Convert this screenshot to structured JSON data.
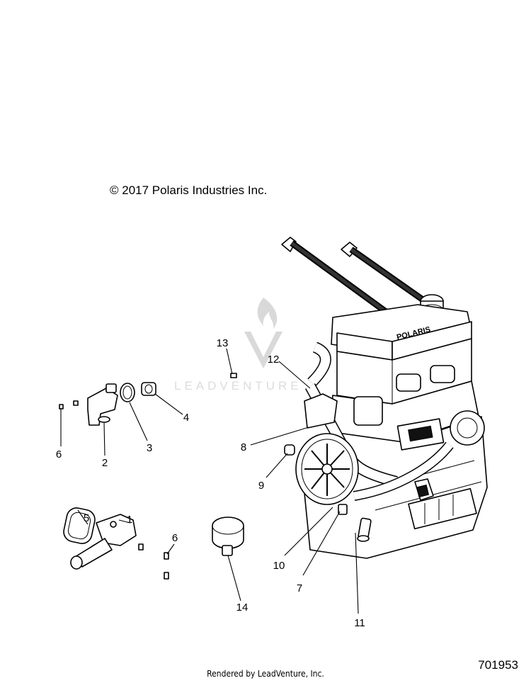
{
  "copyright": "© 2017  Polaris Industries Inc.",
  "diagram_number": "701953",
  "rendered_by": "Rendered by LeadVenture, Inc.",
  "watermark_text": "LEADVENTURE",
  "callouts": [
    {
      "id": "1",
      "label": "1"
    },
    {
      "id": "2",
      "label": "2"
    },
    {
      "id": "3",
      "label": "3"
    },
    {
      "id": "4",
      "label": "4"
    },
    {
      "id": "5",
      "label": "5"
    },
    {
      "id": "6a",
      "label": "6"
    },
    {
      "id": "6b",
      "label": "6"
    },
    {
      "id": "7",
      "label": "7"
    },
    {
      "id": "8",
      "label": "8"
    },
    {
      "id": "9",
      "label": "9"
    },
    {
      "id": "10",
      "label": "10"
    },
    {
      "id": "11",
      "label": "11"
    },
    {
      "id": "12",
      "label": "12"
    },
    {
      "id": "13",
      "label": "13"
    },
    {
      "id": "14",
      "label": "14"
    }
  ],
  "engine_valve_cover_text": "POLARIS"
}
